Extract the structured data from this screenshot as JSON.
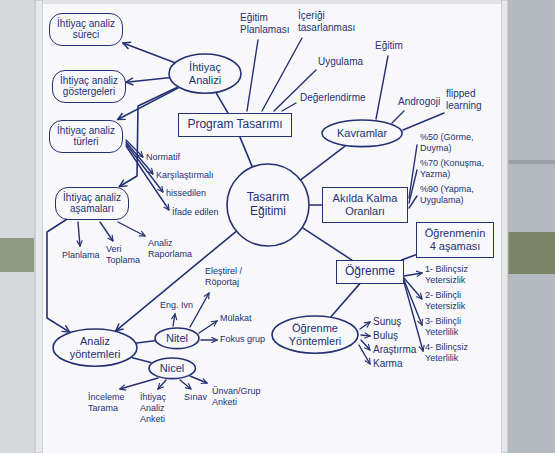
{
  "diagram": {
    "nodes": [
      {
        "text": [
          "Tasarım Eğitimi"
        ]
      },
      {
        "text": [
          "Program Tasarımı"
        ]
      },
      {
        "text": [
          "İhtiyaç Analizi"
        ]
      },
      {
        "text": [
          "İhtiyaç analiz süreci"
        ]
      },
      {
        "text": [
          "İhtiyaç analiz göstergeleri"
        ]
      },
      {
        "text": [
          "İhtiyaç analiz türleri"
        ]
      },
      {
        "text": [
          "İhtiyaç analiz aşamaları"
        ]
      },
      {
        "text": [
          "Kavramlar"
        ]
      },
      {
        "text": [
          "Akılda Kalma Oranları"
        ]
      },
      {
        "text": [
          "Öğrenme"
        ]
      },
      {
        "text": [
          "Öğrenmenin 4 aşaması"
        ]
      },
      {
        "text": [
          "Öğrenme Yöntemleri"
        ]
      },
      {
        "text": [
          "Analiz yöntemleri"
        ]
      },
      {
        "text": [
          "Nitel"
        ]
      },
      {
        "text": [
          "Nicel"
        ]
      }
    ],
    "edges": [
      {
        "from": 0,
        "to": 1,
        "arrow": "none"
      },
      {
        "from": 1,
        "to": 2,
        "arrow": "none"
      },
      {
        "from": 2,
        "to": 3,
        "arrow": "to"
      },
      {
        "from": 2,
        "to": 4,
        "arrow": "to"
      },
      {
        "from": 2,
        "to": 5,
        "arrow": "to"
      },
      {
        "from": 2,
        "to": 6,
        "arrow": "to"
      },
      {
        "from": 0,
        "to": 7,
        "arrow": "none"
      },
      {
        "from": 0,
        "to": 8,
        "arrow": "none"
      },
      {
        "from": 0,
        "to": 9,
        "arrow": "none"
      },
      {
        "from": 9,
        "to": 10,
        "arrow": "none"
      },
      {
        "from": 9,
        "to": 11,
        "arrow": "none"
      },
      {
        "from": 0,
        "to": 12,
        "arrow": "to"
      },
      {
        "from": 6,
        "to": 12,
        "arrow": "to"
      },
      {
        "from": 12,
        "to": 13,
        "arrow": "none"
      },
      {
        "from": 12,
        "to": 14,
        "arrow": "none"
      }
    ],
    "labels": [
      "Eğitim Planlaması",
      "İçeriği tasarlanması",
      "Uygulama",
      "Değerlendirme",
      "Eğitim",
      "Androgoji",
      "flipped learning",
      "%50 (Görme, Duyma)",
      "%70 (Konuşma, Yazma)",
      "%90 (Yapma, Uygulama)",
      "Normatif",
      "Karşılaştırmalı",
      "hissedilen",
      "İfade edilen",
      "Planlama",
      "Veri Toplama",
      "Analiz Raporlama",
      "1- Bilinçsiz Yetersizlik",
      "2- Bilinçli Yetersizlik",
      "3- Bilinçli Yeterlilik",
      "4- Bilinçsiz Yeterlilik",
      "Sunuş",
      "Buluş",
      "Araştırma",
      "Karma",
      "Eng. Ivn",
      "Eleştirel / Röportaj",
      "Mülakat",
      "Fokus grup",
      "İnceleme Tarama",
      "İhtiyaç Analiz Anketi",
      "Sınav",
      "Ünvan/Grup Anketi"
    ]
  }
}
